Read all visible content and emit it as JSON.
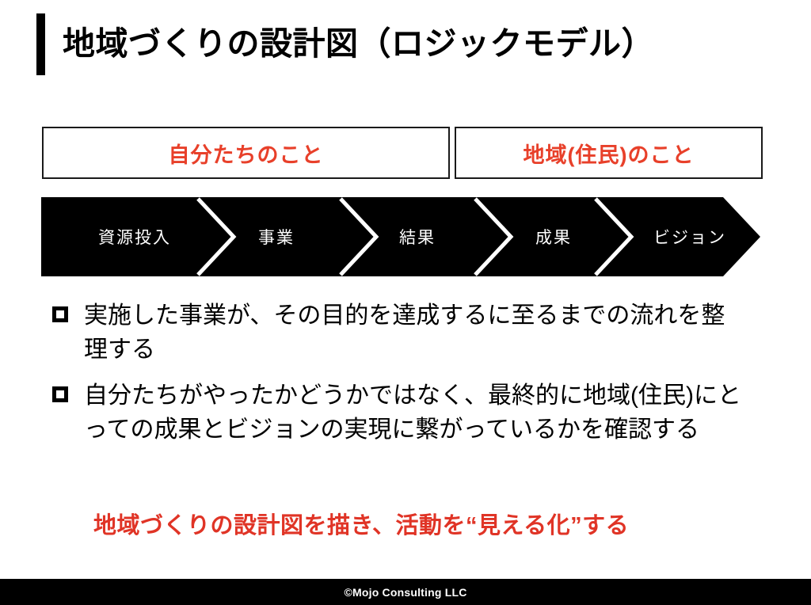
{
  "slide": {
    "title": "地域づくりの設計図（ロジックモデル）",
    "accent_color": "#E8402A",
    "background_color": "#ffffff"
  },
  "category_boxes": [
    {
      "label": "自分たちのこと",
      "color": "#E8402A"
    },
    {
      "label": "地域(住民)のこと",
      "color": "#E8402A"
    }
  ],
  "process": {
    "stages": [
      {
        "label": "資源投入"
      },
      {
        "label": "事業"
      },
      {
        "label": "結果"
      },
      {
        "label": "成果"
      },
      {
        "label": "ビジョン"
      }
    ],
    "fill_color": "#000000",
    "text_color": "#ffffff"
  },
  "bullets": [
    {
      "marker": "square-outline-bullet",
      "text": "実施した事業が、その目的を達成するに至るまでの流れを整理する"
    },
    {
      "marker": "square-outline-bullet",
      "text": "自分たちがやったかどうかではなく、最終的に地域(住民)にとっての成果とビジョンの実現に繋がっているかを確認する"
    }
  ],
  "conclusion": {
    "text": "地域づくりの設計図を描き、活動を“見える化”する",
    "color": "#E03426"
  },
  "footer": {
    "text": "©Mojo Consulting LLC",
    "background_color": "#000000",
    "text_color": "#ffffff"
  }
}
